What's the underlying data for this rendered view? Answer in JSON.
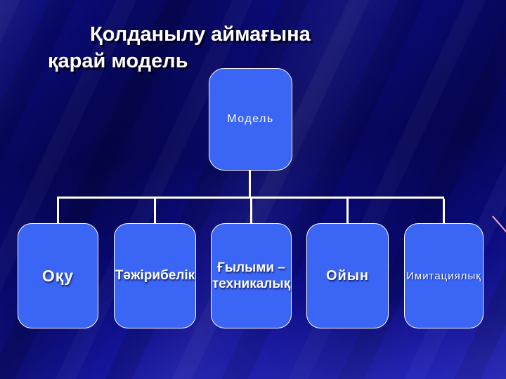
{
  "title": {
    "line1": "Қолданылу аймағына",
    "line2": "қарай модель"
  },
  "diagram": {
    "root": {
      "label": "Модель"
    },
    "children": [
      {
        "lines": [
          "Оқу"
        ]
      },
      {
        "lines": [
          "Тәжірибелік"
        ]
      },
      {
        "lines": [
          "Ғылыми –",
          "техникалық"
        ]
      },
      {
        "lines": [
          "Ойын"
        ]
      },
      {
        "lines": [
          "Имитациялық"
        ]
      }
    ]
  },
  "colors": {
    "background_top": "#07075f",
    "background_bottom": "#1b1bab",
    "node_fill": "#3a65f5",
    "node_border": "#fdfdfd",
    "connector": "#ffffff",
    "title_text": "#ffffff",
    "accent_line": "#efa9c8"
  }
}
